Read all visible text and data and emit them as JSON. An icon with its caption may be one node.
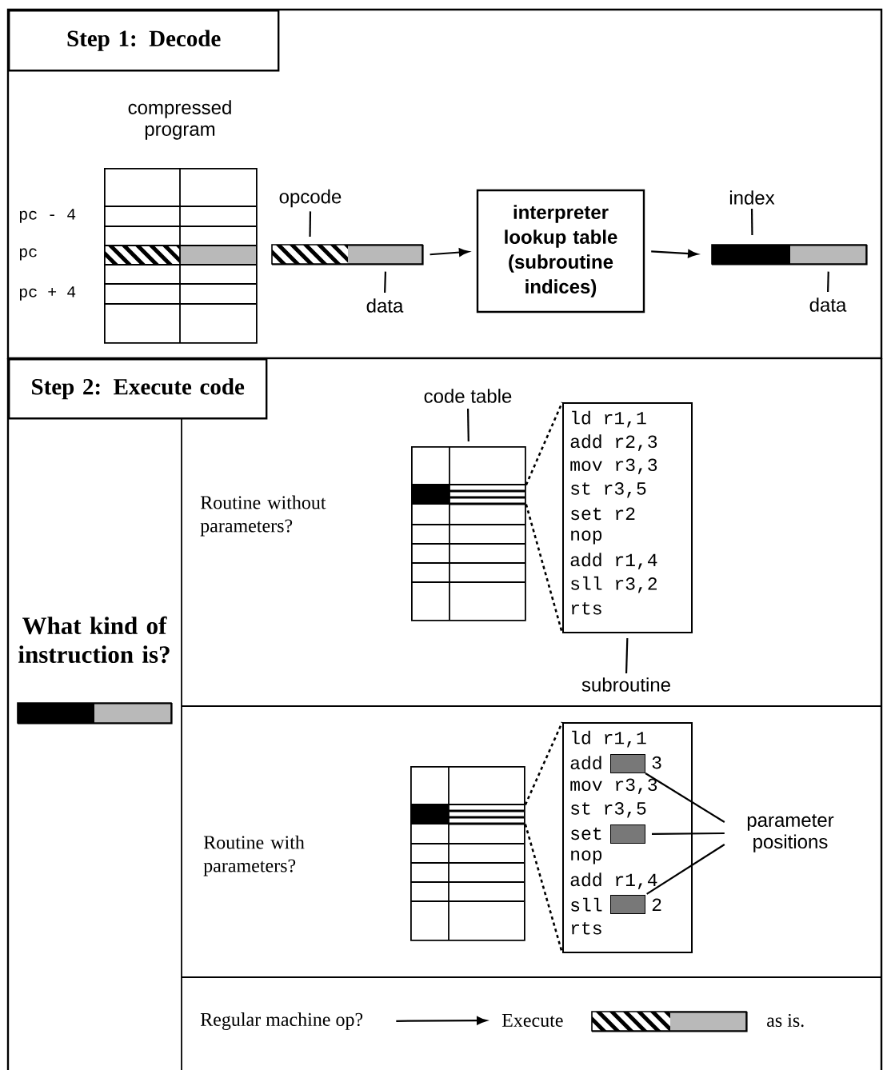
{
  "diagram": {
    "nodes": [
      {
        "text": [
          "Step 1: Decode"
        ]
      },
      {
        "text": [
          "compressed program"
        ],
        "beside": [
          "pc - 4",
          "pc",
          "pc + 4"
        ]
      },
      {
        "text": [
          "opcode"
        ]
      },
      {
        "text": [],
        "shape": "bar"
      },
      {
        "text": [
          "data"
        ]
      },
      {
        "text": [
          "interpreter lookup table (subroutine indices)"
        ]
      },
      {
        "text": [
          "index"
        ]
      },
      {
        "text": [],
        "shape": "bar"
      },
      {
        "text": [
          "data"
        ]
      },
      {
        "text": [
          "Step 2: Execute code"
        ]
      },
      {
        "text": [
          "What kind of instruction is?"
        ]
      },
      {
        "text": [
          "Routine without parameters?"
        ]
      },
      {
        "text": [
          "code table"
        ]
      },
      {
        "text": [],
        "shape": "box"
      },
      {
        "text": [
          "ld r1,1",
          "add r2,3",
          "mov r3,3",
          "st r3,5",
          "set r2",
          "nop",
          "add r1,4",
          "sll r3,2",
          "rts"
        ]
      },
      {
        "text": [
          "subroutine"
        ]
      },
      {
        "text": [
          "Routine with parameters?"
        ]
      },
      {
        "text": [],
        "shape": "box"
      },
      {
        "text": [
          "ld r1,1",
          "add",
          "3",
          "mov r3,3",
          "st r3,5",
          "set",
          "nop",
          "add r1,4",
          "sll",
          "2",
          "rts"
        ]
      },
      {
        "text": [],
        "shape": "box",
        "in": 18
      },
      {
        "text": [],
        "shape": "box",
        "in": 18
      },
      {
        "text": [],
        "shape": "box",
        "in": 18
      },
      {
        "text": [
          "parameter positions"
        ]
      },
      {
        "text": [
          "Regular machine op?"
        ]
      },
      {
        "text": [
          "Execute"
        ]
      },
      {
        "text": [],
        "shape": "bar"
      },
      {
        "text": [
          "as is."
        ]
      },
      {
        "text": [],
        "shape": "bar"
      }
    ],
    "edges": [
      {
        "from": 2,
        "to": 3,
        "arrow": "none"
      },
      {
        "from": 4,
        "to": 3,
        "arrow": "none"
      },
      {
        "from": 3,
        "to": 5,
        "arrow": "to"
      },
      {
        "from": 5,
        "to": 7,
        "arrow": "to"
      },
      {
        "from": 6,
        "to": 7,
        "arrow": "none"
      },
      {
        "from": 8,
        "to": 7,
        "arrow": "none"
      },
      {
        "from": 12,
        "to": 13,
        "arrow": "none"
      },
      {
        "from": 15,
        "to": 14,
        "arrow": "none"
      },
      {
        "from": 13,
        "to": 14,
        "arrow": "none",
        "style": "dashed"
      },
      {
        "from": 13,
        "to": 14,
        "arrow": "none",
        "style": "dashed"
      },
      {
        "from": 17,
        "to": 18,
        "arrow": "none",
        "style": "dashed"
      },
      {
        "from": 17,
        "to": 18,
        "arrow": "none",
        "style": "dashed"
      },
      {
        "from": 22,
        "to": 19,
        "arrow": "none"
      },
      {
        "from": 22,
        "to": 20,
        "arrow": "none"
      },
      {
        "from": 22,
        "to": 21,
        "arrow": "none"
      },
      {
        "from": 23,
        "to": 24,
        "arrow": "to"
      }
    ]
  }
}
